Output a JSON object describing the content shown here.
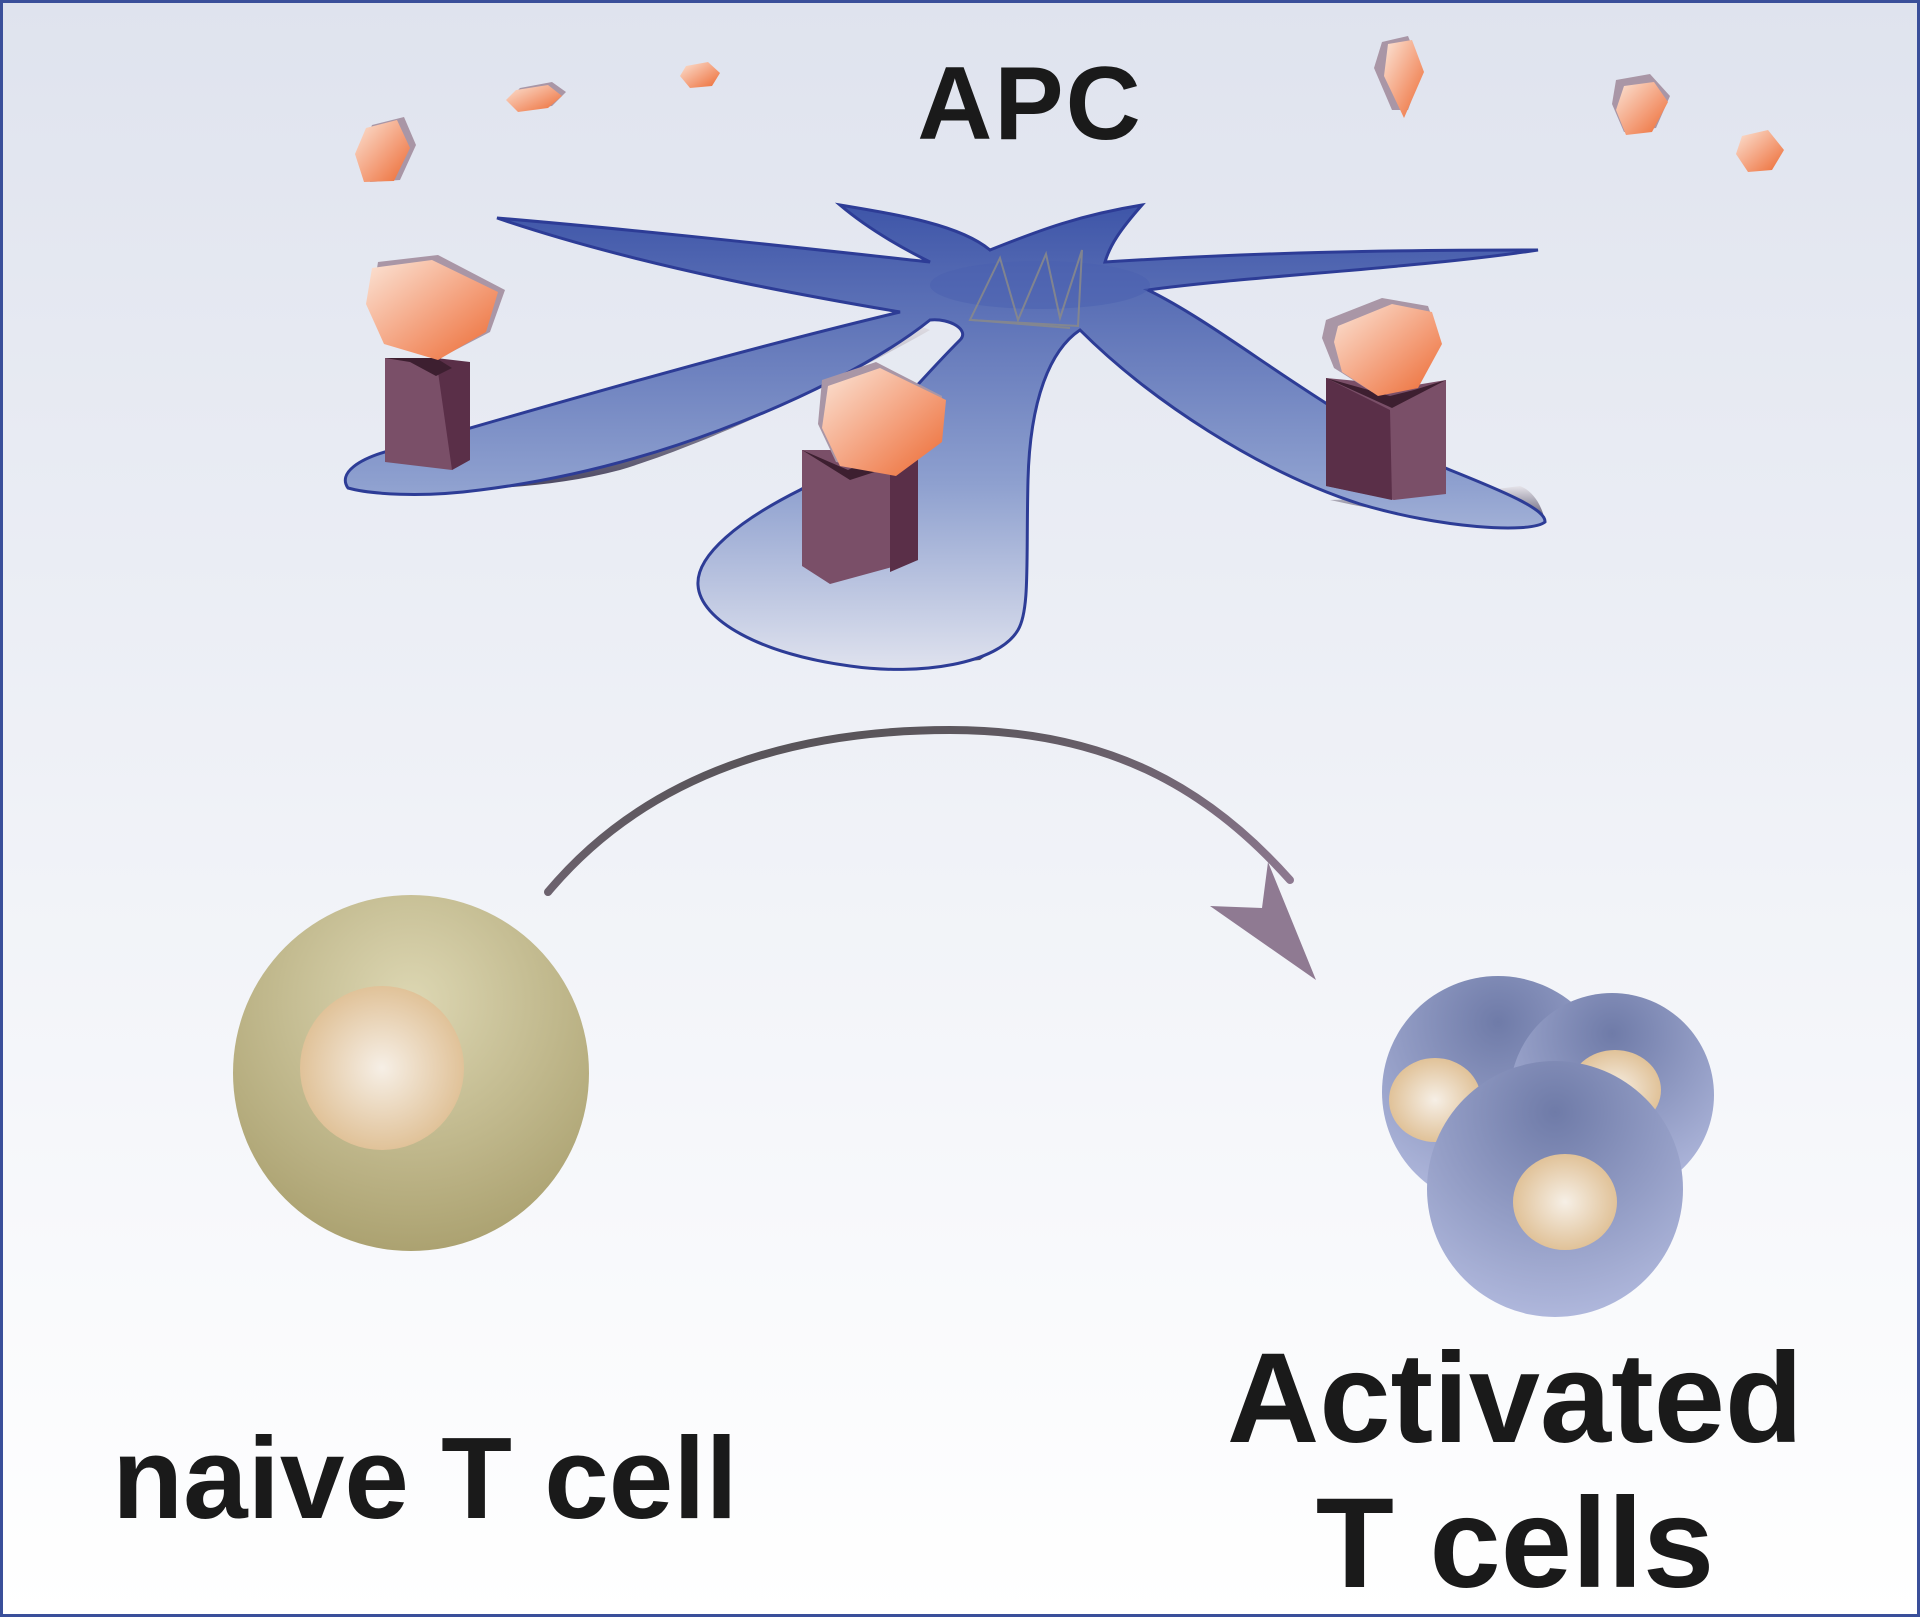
{
  "diagram": {
    "labels": {
      "apc": "APC",
      "naive": "naive T cell",
      "activated_line1": "Activated",
      "activated_line2": "T cells"
    },
    "colors": {
      "frame": "#3a4f9a",
      "apc_body": "#5f78b8",
      "apc_outline": "#2d3c96",
      "antigen": "#f07f54",
      "mhc_box": "#7a4f68",
      "naive_cell": "#c9c39a",
      "activated_cell": "#8794c0",
      "nucleus": "#e8cba0",
      "arrow": "#6b6670"
    },
    "icons": [
      "antigen-fragment-icon",
      "mhc-complex-icon",
      "apc-cell-icon",
      "t-cell-icon",
      "activation-arrow-icon"
    ]
  }
}
